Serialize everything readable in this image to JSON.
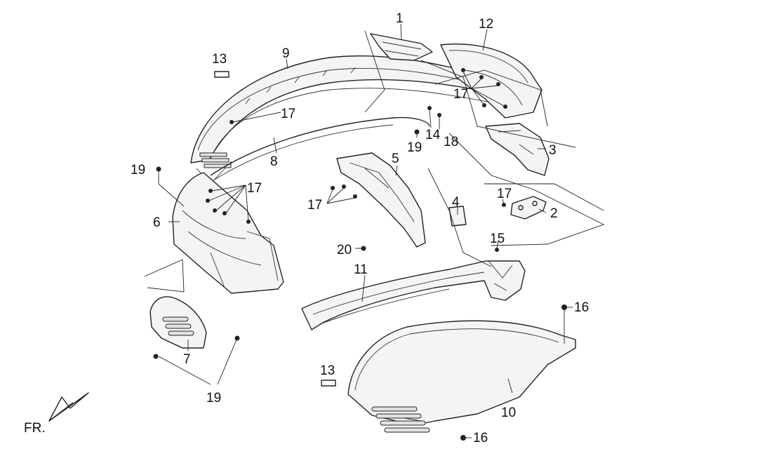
{
  "labels": {
    "p1": "1",
    "p2": "2",
    "p3": "3",
    "p4": "4",
    "p5": "5",
    "p6": "6",
    "p7": "7",
    "p8": "8",
    "p9": "9",
    "p10": "10",
    "p11": "11",
    "p12": "12",
    "p13a": "13",
    "p13b": "13",
    "p14": "14",
    "p15": "15",
    "p16a": "16",
    "p16b": "16",
    "p17a": "17",
    "p17b": "17",
    "p17c": "17",
    "p17d": "17",
    "p17e": "17",
    "p18": "18",
    "p19a": "19",
    "p19b": "19",
    "p19c": "19",
    "p20": "20",
    "front": "FR."
  }
}
